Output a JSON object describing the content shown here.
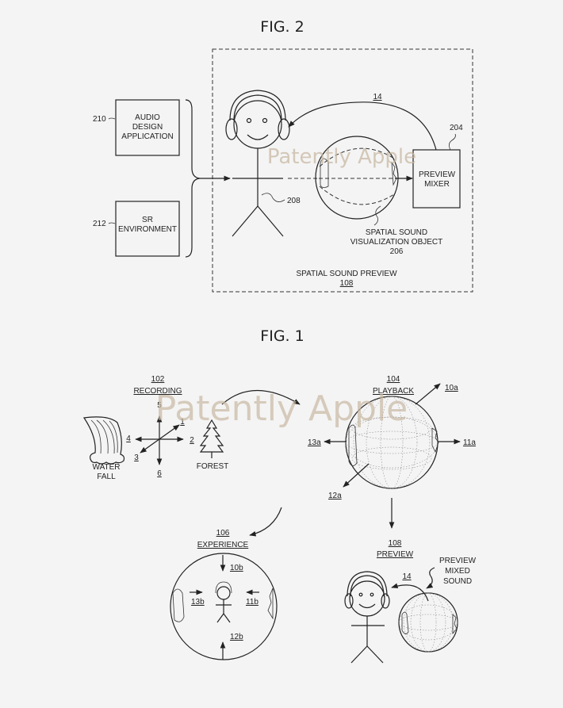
{
  "watermark": "Patently Apple",
  "fig2": {
    "title": "FIG. 2",
    "audio_design_app": {
      "ref": "210",
      "lines": [
        "AUDIO",
        "DESIGN",
        "APPLICATION"
      ]
    },
    "sr_environment": {
      "ref": "212",
      "lines": [
        "SR",
        "ENVIRONMENT"
      ]
    },
    "user_ref": "208",
    "arrow_ref": "14",
    "preview_mixer": {
      "ref": "204",
      "lines": [
        "PREVIEW",
        "MIXER"
      ]
    },
    "visualization_object": {
      "lines": [
        "SPATIAL SOUND",
        "VISUALIZATION OBJECT"
      ],
      "ref": "206"
    },
    "spatial_sound_preview": {
      "label": "SPATIAL SOUND PREVIEW",
      "ref": "108"
    }
  },
  "fig1": {
    "title": "FIG. 1",
    "recording": {
      "ref": "102",
      "label": "RECORDING",
      "axes": [
        "1",
        "2",
        "3",
        "4",
        "5",
        "6"
      ]
    },
    "waterfall": {
      "lines": [
        "WATER",
        "FALL"
      ]
    },
    "forest": {
      "label": "FOREST"
    },
    "playback": {
      "ref": "104",
      "label": "PLAYBACK",
      "vectors": [
        "10a",
        "11a",
        "12a",
        "13a"
      ]
    },
    "experience": {
      "ref": "106",
      "label": "EXPERIENCE",
      "vectors": [
        "10b",
        "11b",
        "12b",
        "13b"
      ]
    },
    "preview": {
      "ref": "108",
      "label": "PREVIEW",
      "arrow_ref": "14",
      "mixed_sound": [
        "PREVIEW",
        "MIXED",
        "SOUND"
      ]
    }
  }
}
